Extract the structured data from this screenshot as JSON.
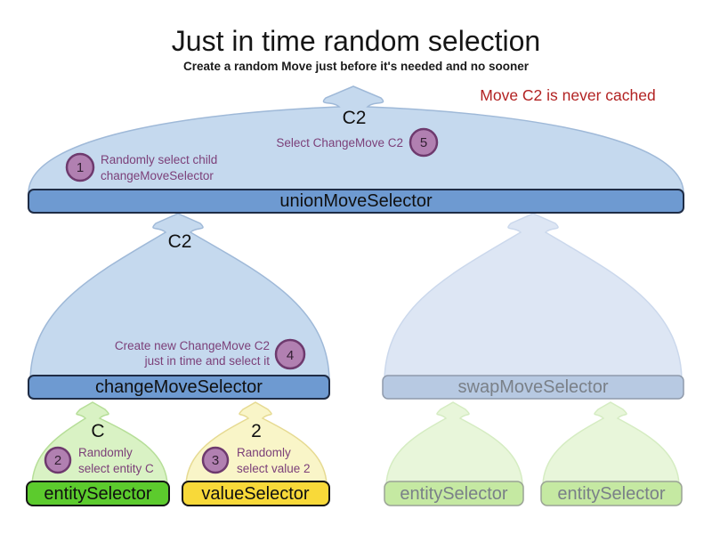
{
  "title": "Just in time random selection",
  "subtitle": "Create a random Move just before it's needed and no sooner",
  "note": "Move C2 is never cached",
  "selectors": {
    "union": {
      "label": "unionMoveSelector",
      "output_label": "C2"
    },
    "change": {
      "label": "changeMoveSelector",
      "output_label": "C2"
    },
    "swap": {
      "label": "swapMoveSelector"
    },
    "entity": {
      "label": "entitySelector",
      "output_label": "C"
    },
    "value": {
      "label": "valueSelector",
      "output_label": "2"
    },
    "faded_entities": [
      "entitySelector",
      "entitySelector"
    ]
  },
  "steps": [
    {
      "n": "1",
      "lines": [
        "Randomly select child",
        "changeMoveSelector"
      ]
    },
    {
      "n": "2",
      "lines": [
        "Randomly",
        "select entity C"
      ]
    },
    {
      "n": "3",
      "lines": [
        "Randomly",
        "select value 2"
      ]
    },
    {
      "n": "4",
      "lines": [
        "Create new ChangeMove C2",
        "just in time and select it"
      ]
    },
    {
      "n": "5",
      "lines": [
        "Select ChangeMove C2"
      ]
    }
  ],
  "colors": {
    "note_red": "#b22222",
    "selector_blue": "#6e9ad1",
    "selector_blue_border": "#1f2c45",
    "dome_blue": "#c5d9ee",
    "dome_blue_border": "#9fb9d8",
    "faded_dome_blue": "#dde6f4",
    "faded_dome_blue_border": "#cbd8ec",
    "faded_selector_blue": "#b7c9e2",
    "faded_selector_blue_border": "#8f9aab",
    "entity_green": "#5ccb2d",
    "dome_green": "#d9f2c4",
    "dome_green_border": "#b6de98",
    "faded_entity_green": "#c5e9a2",
    "faded_entity_green_border": "#9aa395",
    "faded_dome_green": "#e8f6da",
    "faded_dome_green_border": "#d5ecc2",
    "value_yellow": "#f8d939",
    "dome_yellow": "#f9f5c8",
    "dome_yellow_border": "#e6da92",
    "step_circle_fill": "#b180b1",
    "step_circle_border": "#6e3a6e",
    "annotation_purple": "#7c4079",
    "faded_text": "#7a8088"
  }
}
